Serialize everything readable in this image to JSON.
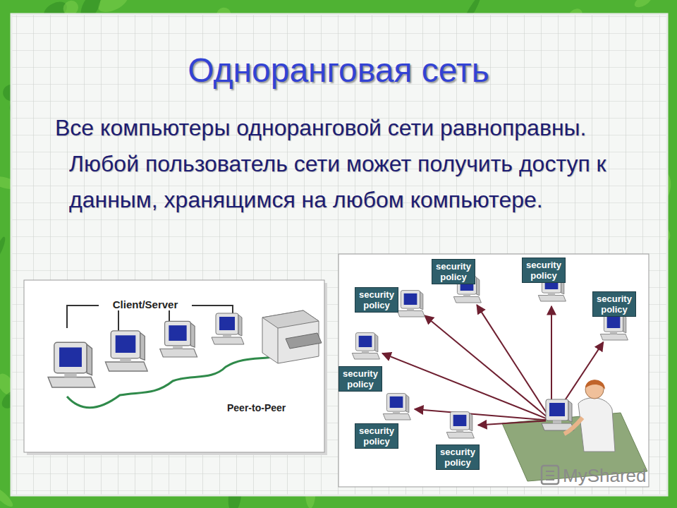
{
  "diagram": {
    "title": "Одноранговая сеть",
    "nodes": [
      {
        "text": [
          "security policy"
        ]
      },
      {
        "text": [
          "security policy"
        ]
      },
      {
        "text": [
          "security policy"
        ]
      },
      {
        "text": [
          "security policy"
        ]
      },
      {
        "text": [
          "security policy"
        ]
      },
      {
        "text": [
          "security policy"
        ]
      },
      {
        "text": [
          "security policy"
        ]
      }
    ],
    "labels": [
      "Все компьютеры одноранговой сети равноправны. Любой пользователь сети может получить доступ к данным, хранящимся на любом компьютере.",
      "Client/Server",
      "Peer-to-Peer",
      "MyShared"
    ]
  }
}
